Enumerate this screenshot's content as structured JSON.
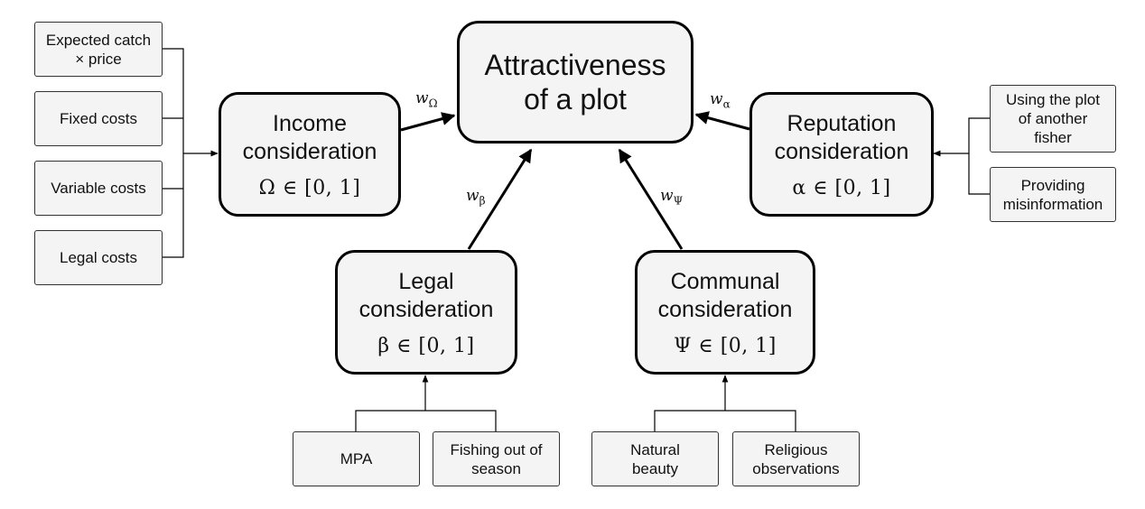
{
  "center": {
    "title": "Attractiveness of a plot"
  },
  "income": {
    "title": "Income consideration",
    "formula": "Ω ∈ [0, 1]",
    "weight": {
      "symbol": "w",
      "sub": "Ω"
    },
    "inputs": [
      "Expected catch × price",
      "Fixed costs",
      "Variable costs",
      "Legal costs"
    ]
  },
  "reputation": {
    "title": "Reputation consideration",
    "formula": "α ∈ [0, 1]",
    "weight": {
      "symbol": "w",
      "sub": "α"
    },
    "inputs": [
      "Using the plot of another fisher",
      "Providing misinformation"
    ]
  },
  "legal": {
    "title": "Legal consideration",
    "formula": "β ∈ [0, 1]",
    "weight": {
      "symbol": "w",
      "sub": "β"
    },
    "inputs": [
      "MPA",
      "Fishing out of season"
    ]
  },
  "communal": {
    "title": "Communal consideration",
    "formula": "Ψ ∈ [0, 1]",
    "weight": {
      "symbol": "w",
      "sub": "Ψ"
    },
    "inputs": [
      "Natural beauty",
      "Religious observations"
    ]
  }
}
